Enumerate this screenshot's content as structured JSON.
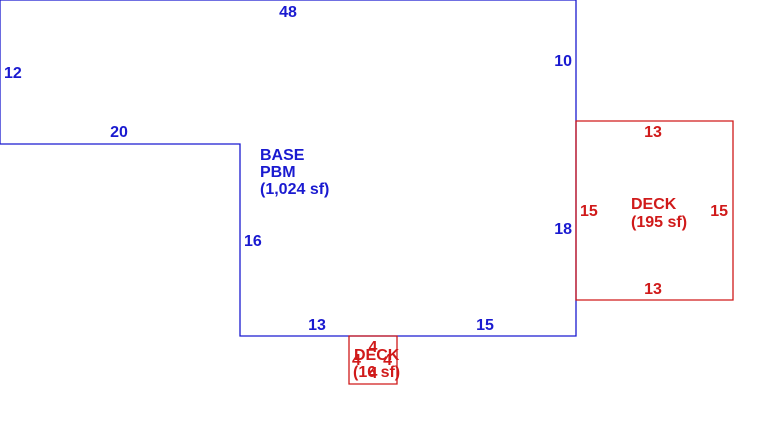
{
  "colors": {
    "base": "#1a1ad0",
    "deck": "#d01a1a",
    "background": "#ffffff"
  },
  "base": {
    "name": "BASE",
    "subname": "PBM",
    "area": "(1,024 sf)",
    "dims": {
      "top": "48",
      "left": "12",
      "right_upper": "10",
      "notch_top": "20",
      "notch_side": "16",
      "right_lower": "18",
      "bottom_left": "13",
      "bottom_right": "15"
    }
  },
  "deck_large": {
    "name": "DECK",
    "area": "(195 sf)",
    "dims": {
      "top": "13",
      "bottom": "13",
      "left": "15",
      "right": "15"
    }
  },
  "deck_small": {
    "name": "DECK",
    "area": "(16 sf)",
    "dims": {
      "top": "4",
      "bottom": "4",
      "left": "4",
      "right": "4"
    }
  }
}
